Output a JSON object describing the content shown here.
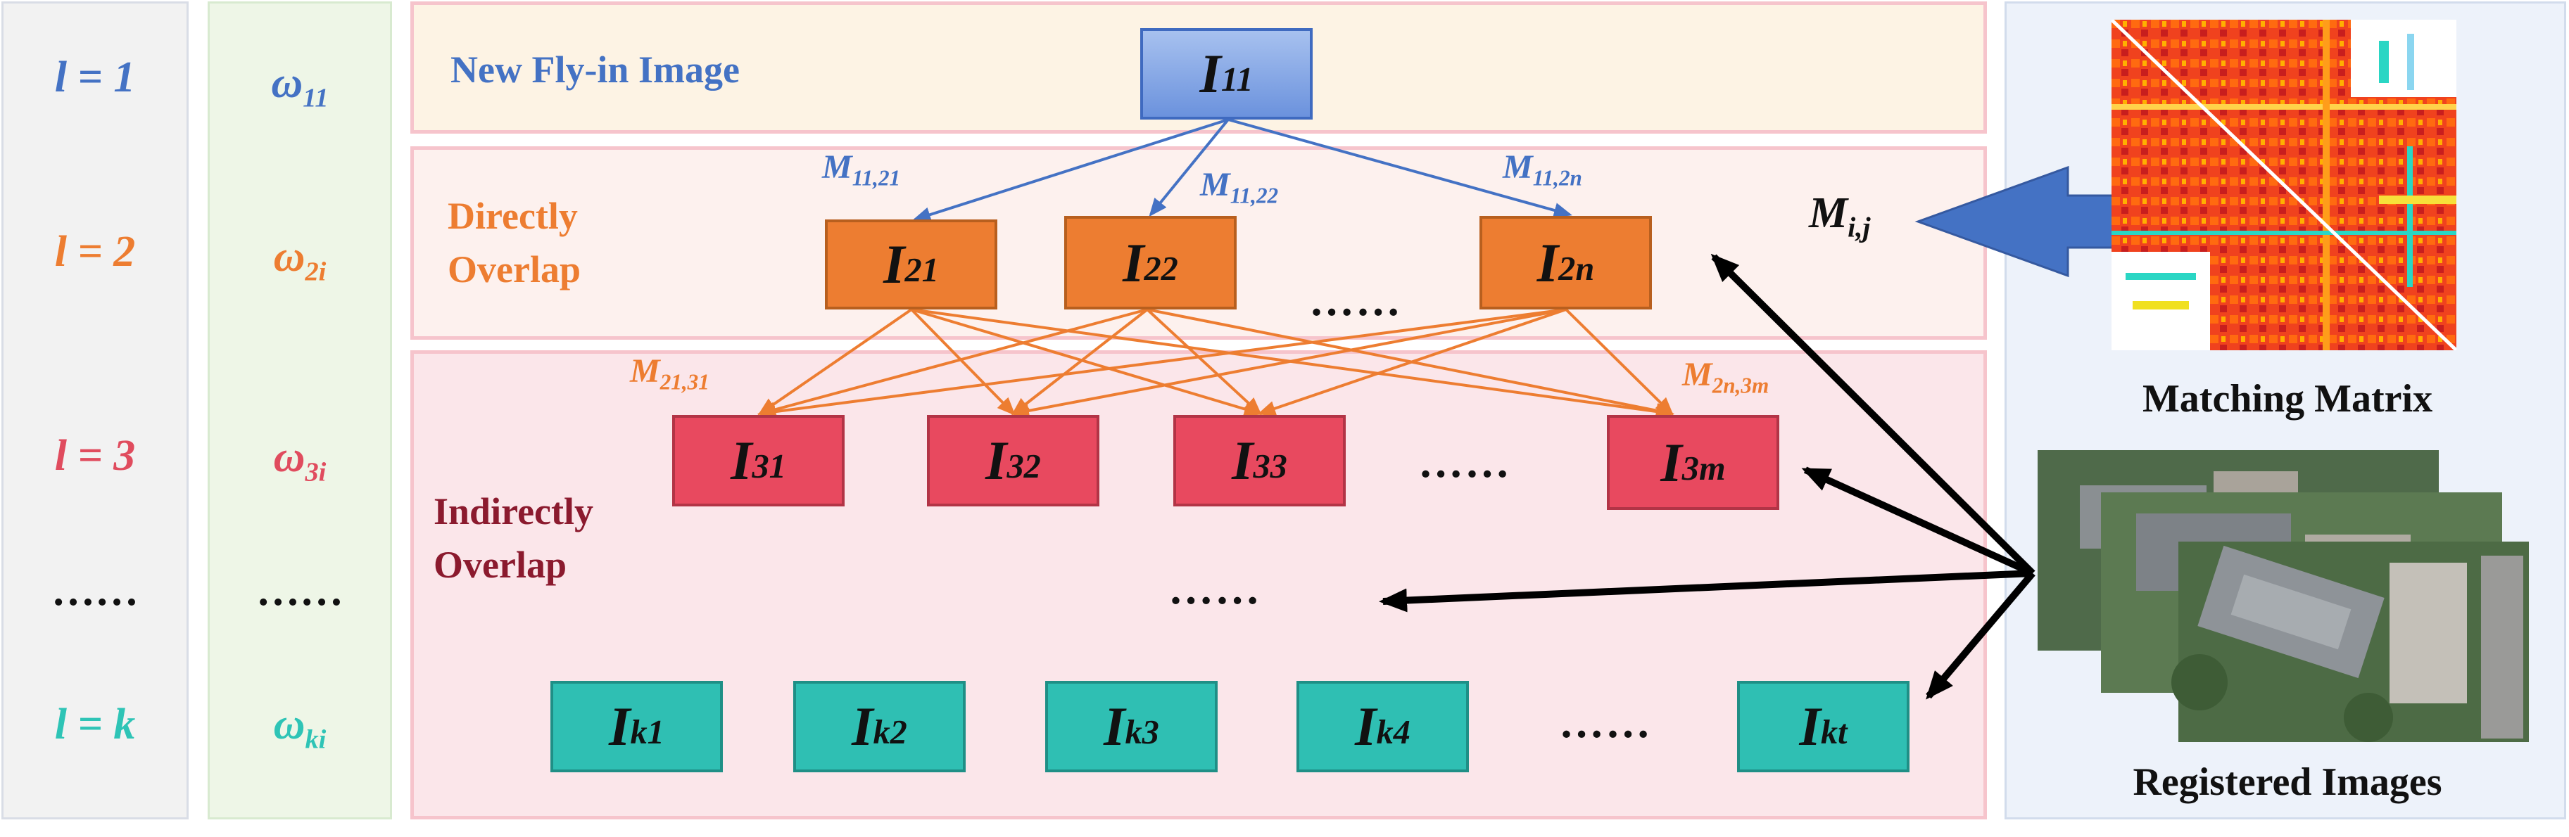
{
  "levels": {
    "l1": "l = 1",
    "l2": "l = 2",
    "l3": "l = 3",
    "dots": "……",
    "lk": "l = k"
  },
  "weights": {
    "w11": {
      "base": "ω",
      "sub": "11"
    },
    "w2i": {
      "base": "ω",
      "sub": "2i"
    },
    "w3i": {
      "base": "ω",
      "sub": "3i"
    },
    "dots": "……",
    "wki": {
      "base": "ω",
      "sub": "ki"
    }
  },
  "sections": {
    "new_flyin": "New Fly-in Image",
    "directly_1": "Directly",
    "directly_2": "Overlap",
    "indirectly_1": "Indirectly",
    "indirectly_2": "Overlap"
  },
  "nodes": {
    "i11": {
      "base": "I",
      "sub": "11"
    },
    "i21": {
      "base": "I",
      "sub": "21"
    },
    "i22": {
      "base": "I",
      "sub": "22"
    },
    "i2n": {
      "base": "I",
      "sub": "2n"
    },
    "i31": {
      "base": "I",
      "sub": "31"
    },
    "i32": {
      "base": "I",
      "sub": "32"
    },
    "i33": {
      "base": "I",
      "sub": "33"
    },
    "i3m": {
      "base": "I",
      "sub": "3m"
    },
    "ik1": {
      "base": "I",
      "sub": "k1"
    },
    "ik2": {
      "base": "I",
      "sub": "k2"
    },
    "ik3": {
      "base": "I",
      "sub": "k3"
    },
    "ik4": {
      "base": "I",
      "sub": "k4"
    },
    "ikt": {
      "base": "I",
      "sub": "kt"
    }
  },
  "edge_labels": {
    "m1121": {
      "base": "M",
      "sub": "11,21"
    },
    "m1122": {
      "base": "M",
      "sub": "11,22"
    },
    "m112n": {
      "base": "M",
      "sub": "11,2n"
    },
    "m2131": {
      "base": "M",
      "sub": "21,31"
    },
    "m2n3m": {
      "base": "M",
      "sub": "2n,3m"
    },
    "mij": {
      "base": "M",
      "sub": "i,j"
    }
  },
  "ellipses": {
    "row2": "……",
    "row3": "……",
    "middle": "……",
    "rowk": "……"
  },
  "captions": {
    "matching_matrix": "Matching Matrix",
    "registered_images": "Registered Images"
  },
  "colors": {
    "level1": "#4472c4",
    "level2": "#ed7d31",
    "level3": "#e04c5e",
    "levelk": "#2ec4b6",
    "node_blue": "#7da2e3",
    "node_orange": "#ed7d31",
    "node_red": "#e8495f",
    "node_teal": "#2fbfb3",
    "indirect_label": "#8b1a2e"
  }
}
